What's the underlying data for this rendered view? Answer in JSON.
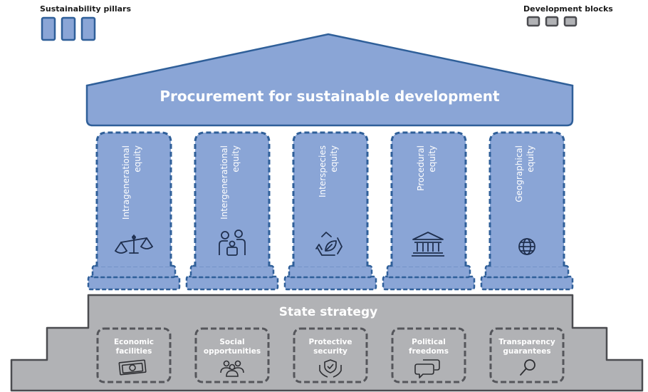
{
  "legend": {
    "pillars_label": "Sustainability pillars",
    "blocks_label": "Development blocks"
  },
  "roof": {
    "title": "Procurement for sustainable development"
  },
  "pillars": [
    {
      "line1": "Intragenerational",
      "line2": "equity",
      "icon": "scales-icon"
    },
    {
      "line1": "Intergenerational",
      "line2": "equity",
      "icon": "family-icon"
    },
    {
      "line1": "Interspecies",
      "line2": "equity",
      "icon": "recycle-leaf-icon"
    },
    {
      "line1": "Procedural",
      "line2": "equity",
      "icon": "institution-icon"
    },
    {
      "line1": "Geographical",
      "line2": "equity",
      "icon": "globe-icon"
    }
  ],
  "base": {
    "title": "State strategy"
  },
  "blocks": [
    {
      "line1": "Economic",
      "line2": "facilities",
      "icon": "banknote-icon"
    },
    {
      "line1": "Social",
      "line2": "opportunities",
      "icon": "people-icon"
    },
    {
      "line1": "Protective",
      "line2": "security",
      "icon": "shield-hands-icon"
    },
    {
      "line1": "Political",
      "line2": "freedoms",
      "icon": "speech-bubbles-icon"
    },
    {
      "line1": "Transparency",
      "line2": "guarantees",
      "icon": "magnifier-icon"
    }
  ],
  "colors": {
    "pillar_fill": "#8aa5d6",
    "pillar_stroke": "#2f5f99",
    "base_fill": "#b1b2b5",
    "base_stroke": "#4b4c50",
    "block_stroke": "#55565b"
  }
}
